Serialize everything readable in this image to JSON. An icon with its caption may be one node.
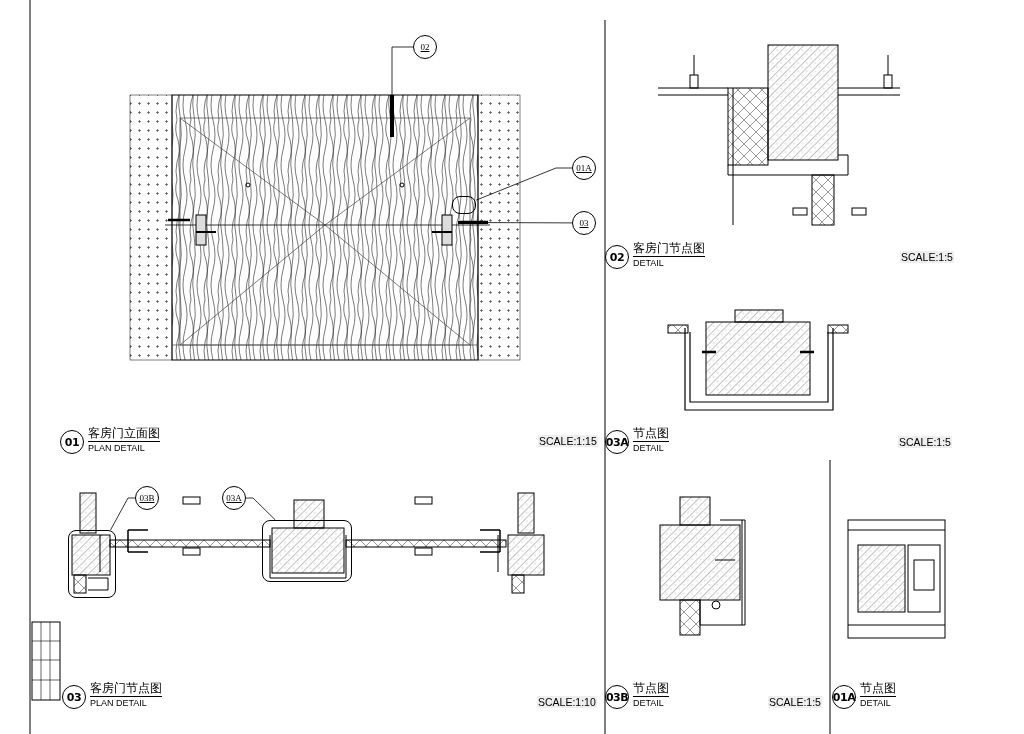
{
  "diagram": {
    "nodes": [
      {
        "text": [
          "02"
        ]
      },
      {
        "text": [],
        "shape": "bar"
      },
      {
        "text": [
          "01A"
        ]
      },
      {
        "text": [],
        "shape": "box"
      },
      {
        "text": [
          "03"
        ]
      },
      {
        "text": [],
        "shape": "bar"
      },
      {
        "text": [
          "01",
          "客房门立面图",
          "PLAN DETAIL"
        ]
      },
      {
        "text": [
          "03B"
        ]
      },
      {
        "text": [],
        "shape": "box"
      },
      {
        "text": [
          "03A"
        ]
      },
      {
        "text": [],
        "shape": "box"
      },
      {
        "text": [
          "02",
          "客房门节点图",
          "DETAIL"
        ]
      },
      {
        "text": [
          "03A",
          "节点图",
          "DETAIL"
        ]
      },
      {
        "text": [
          "03",
          "客房门节点图",
          "PLAN DETAIL"
        ]
      },
      {
        "text": [
          "03B",
          "节点图",
          "DETAIL"
        ]
      },
      {
        "text": [
          "01A",
          "节点图",
          "DETAIL"
        ]
      }
    ],
    "edges": [
      {
        "from": 0,
        "to": 1,
        "arrow": "none"
      },
      {
        "from": 2,
        "to": 3,
        "arrow": "none"
      },
      {
        "from": 4,
        "to": 5,
        "arrow": "none"
      },
      {
        "from": 7,
        "to": 8,
        "arrow": "none"
      },
      {
        "from": 9,
        "to": 10,
        "arrow": "none"
      }
    ],
    "labels": [
      "SCALE:1:5",
      "SCALE:1:15",
      "SCALE:1:5",
      "SCALE:1:10",
      "SCALE:1:5"
    ]
  }
}
